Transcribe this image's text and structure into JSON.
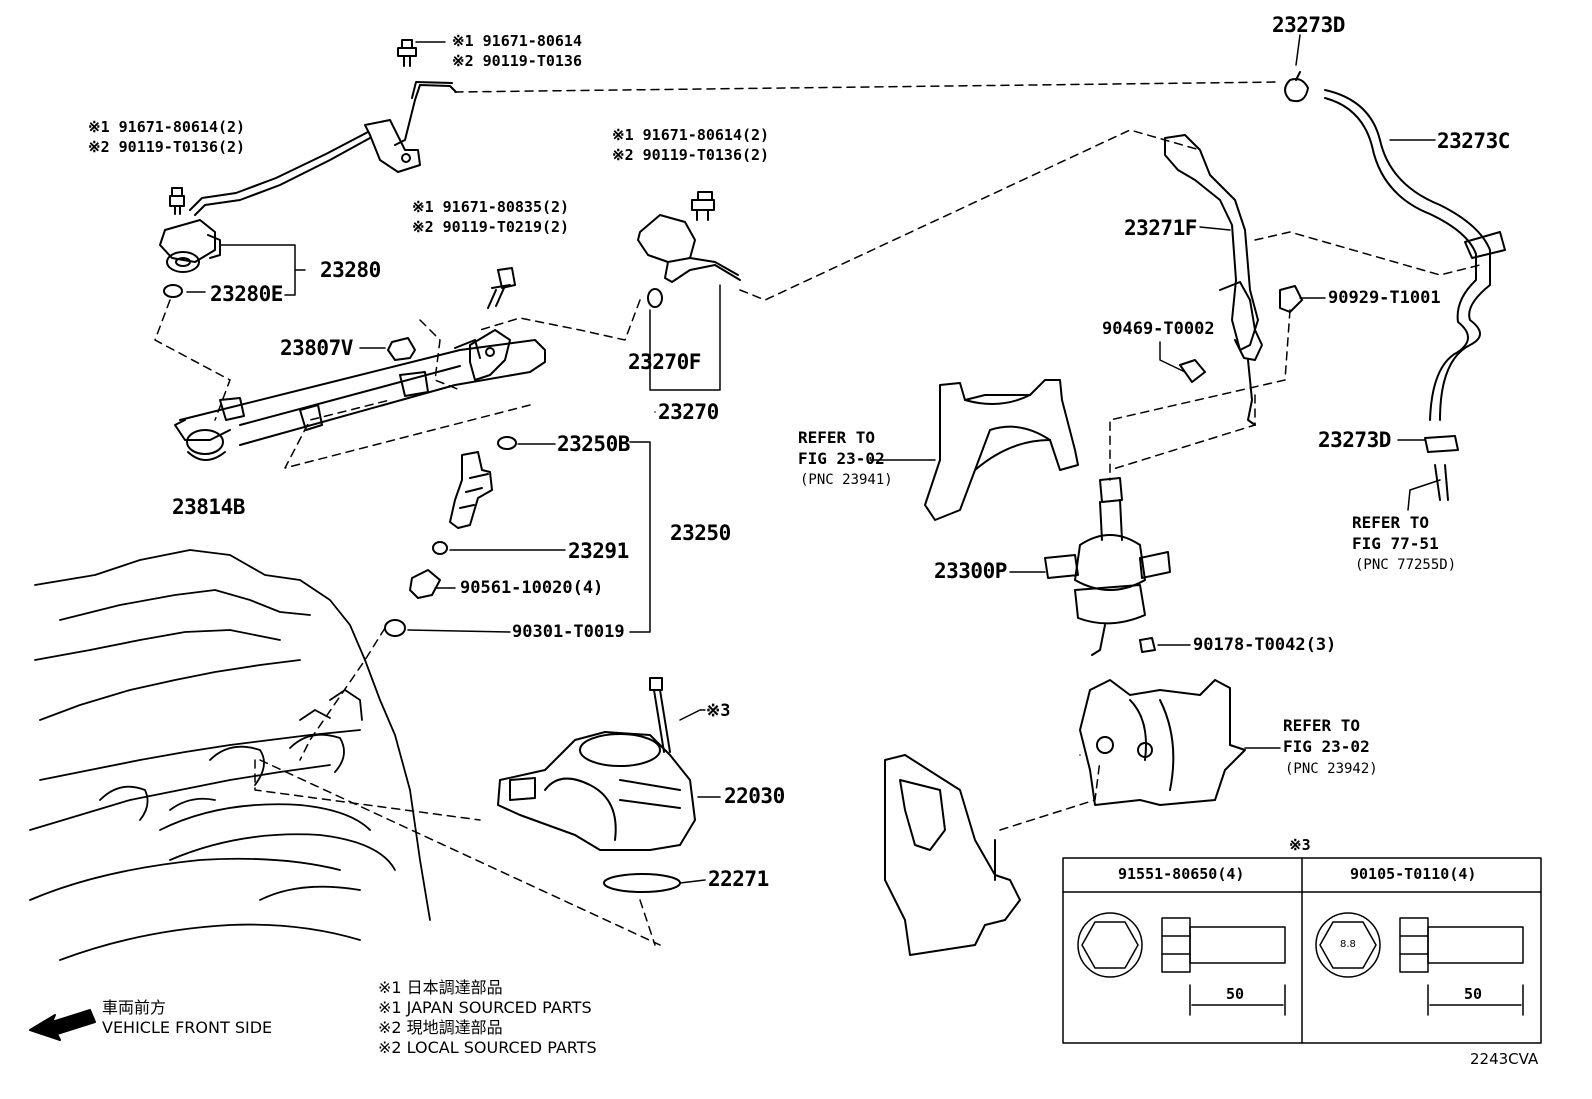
{
  "diagram_code": "2243CVA",
  "notes_marks": {
    "m1": "※1",
    "m2": "※2",
    "m3": "※3"
  },
  "parts": {
    "p23273D_top": "23273D",
    "p23273C": "23273C",
    "p23271F": "23271F",
    "p90929": "90929-T1001",
    "p90469": "90469-T0002",
    "p23273D_right": "23273D",
    "p23300P": "23300P",
    "p90178": "90178-T0042(3)",
    "p23280": "23280",
    "p23280E": "23280E",
    "p23807V": "23807V",
    "p23814B": "23814B",
    "p23270F": "23270F",
    "p23270": "23270",
    "p23250B": "23250B",
    "p23250": "23250",
    "p23291": "23291",
    "p90561": "90561-10020(4)",
    "p90301": "90301-T0019",
    "p22030": "22030",
    "p22271": "22271",
    "p_note3": "※3"
  },
  "alternates": {
    "top_bolt_1": "※1 91671-80614",
    "top_bolt_2": "※2 90119-T0136",
    "left_bolt_1": "※1 91671-80614(2)",
    "left_bolt_2": "※2 90119-T0136(2)",
    "mid_bolt_1": "※1 91671-80835(2)",
    "mid_bolt_2": "※2 90119-T0219(2)",
    "sensor_bolt_1": "※1 91671-80614(2)",
    "sensor_bolt_2": "※2 90119-T0136(2)"
  },
  "refers": {
    "r1_a": "REFER TO",
    "r1_b": "FIG 23-02",
    "r1_c": "(PNC 23941)",
    "r2_a": "REFER TO",
    "r2_b": "FIG 77-51",
    "r2_c": "(PNC 77255D)",
    "r3_a": "REFER TO",
    "r3_b": "FIG 23-02",
    "r3_c": "(PNC 23942)"
  },
  "bolt_table": {
    "mark": "※3",
    "col1": "91551-80650(4)",
    "col2": "90105-T0110(4)",
    "grade2": "8.8",
    "dim1": "50",
    "dim2": "50"
  },
  "legend": {
    "line1": "※1  日本調達部品",
    "line2": "※1  JAPAN SOURCED PARTS",
    "line3": "※2  現地調達部品",
    "line4": "※2  LOCAL SOURCED PARTS"
  },
  "front": {
    "jp": "車両前方",
    "en": "VEHICLE FRONT SIDE"
  }
}
